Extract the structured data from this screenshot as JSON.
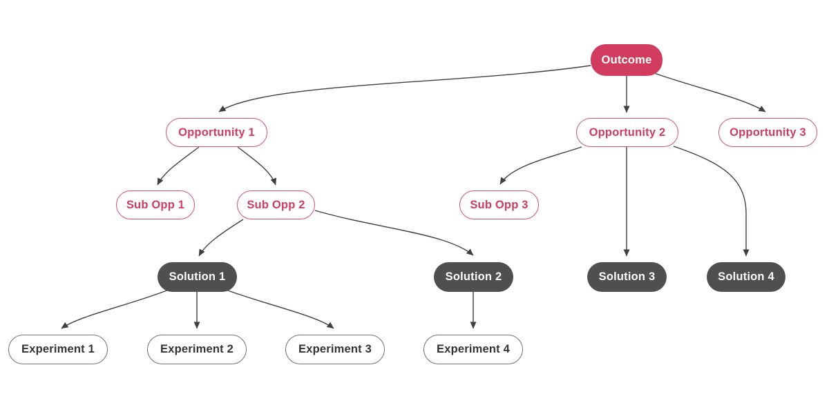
{
  "diagram": {
    "type": "opportunity-solution-tree",
    "colors": {
      "accent_red": "#d13c5f",
      "opportunity_border": "#d4516f",
      "solution_fill": "#4f4f4f",
      "experiment_border": "#707070",
      "experiment_text": "#333333",
      "edge": "#3f3f3f",
      "background": "#ffffff"
    },
    "nodes": [
      {
        "id": "outcome",
        "label": "Outcome",
        "type": "outcome"
      },
      {
        "id": "opportunity-1",
        "label": "Opportunity 1",
        "type": "opportunity"
      },
      {
        "id": "opportunity-2",
        "label": "Opportunity 2",
        "type": "opportunity"
      },
      {
        "id": "opportunity-3",
        "label": "Opportunity 3",
        "type": "opportunity"
      },
      {
        "id": "sub-opp-1",
        "label": "Sub Opp 1",
        "type": "opportunity"
      },
      {
        "id": "sub-opp-2",
        "label": "Sub Opp 2",
        "type": "opportunity"
      },
      {
        "id": "sub-opp-3",
        "label": "Sub Opp 3",
        "type": "opportunity"
      },
      {
        "id": "solution-1",
        "label": "Solution 1",
        "type": "solution"
      },
      {
        "id": "solution-2",
        "label": "Solution 2",
        "type": "solution"
      },
      {
        "id": "solution-3",
        "label": "Solution 3",
        "type": "solution"
      },
      {
        "id": "solution-4",
        "label": "Solution 4",
        "type": "solution"
      },
      {
        "id": "experiment-1",
        "label": "Experiment 1",
        "type": "experiment"
      },
      {
        "id": "experiment-2",
        "label": "Experiment 2",
        "type": "experiment"
      },
      {
        "id": "experiment-3",
        "label": "Experiment 3",
        "type": "experiment"
      },
      {
        "id": "experiment-4",
        "label": "Experiment 4",
        "type": "experiment"
      }
    ],
    "edges": [
      {
        "from": "outcome",
        "to": "opportunity-1"
      },
      {
        "from": "outcome",
        "to": "opportunity-2"
      },
      {
        "from": "outcome",
        "to": "opportunity-3"
      },
      {
        "from": "opportunity-1",
        "to": "sub-opp-1"
      },
      {
        "from": "opportunity-1",
        "to": "sub-opp-2"
      },
      {
        "from": "opportunity-2",
        "to": "sub-opp-3"
      },
      {
        "from": "opportunity-2",
        "to": "solution-3"
      },
      {
        "from": "opportunity-2",
        "to": "solution-4"
      },
      {
        "from": "sub-opp-2",
        "to": "solution-1"
      },
      {
        "from": "sub-opp-2",
        "to": "solution-2"
      },
      {
        "from": "solution-1",
        "to": "experiment-1"
      },
      {
        "from": "solution-1",
        "to": "experiment-2"
      },
      {
        "from": "solution-1",
        "to": "experiment-3"
      },
      {
        "from": "solution-2",
        "to": "experiment-4"
      }
    ]
  }
}
